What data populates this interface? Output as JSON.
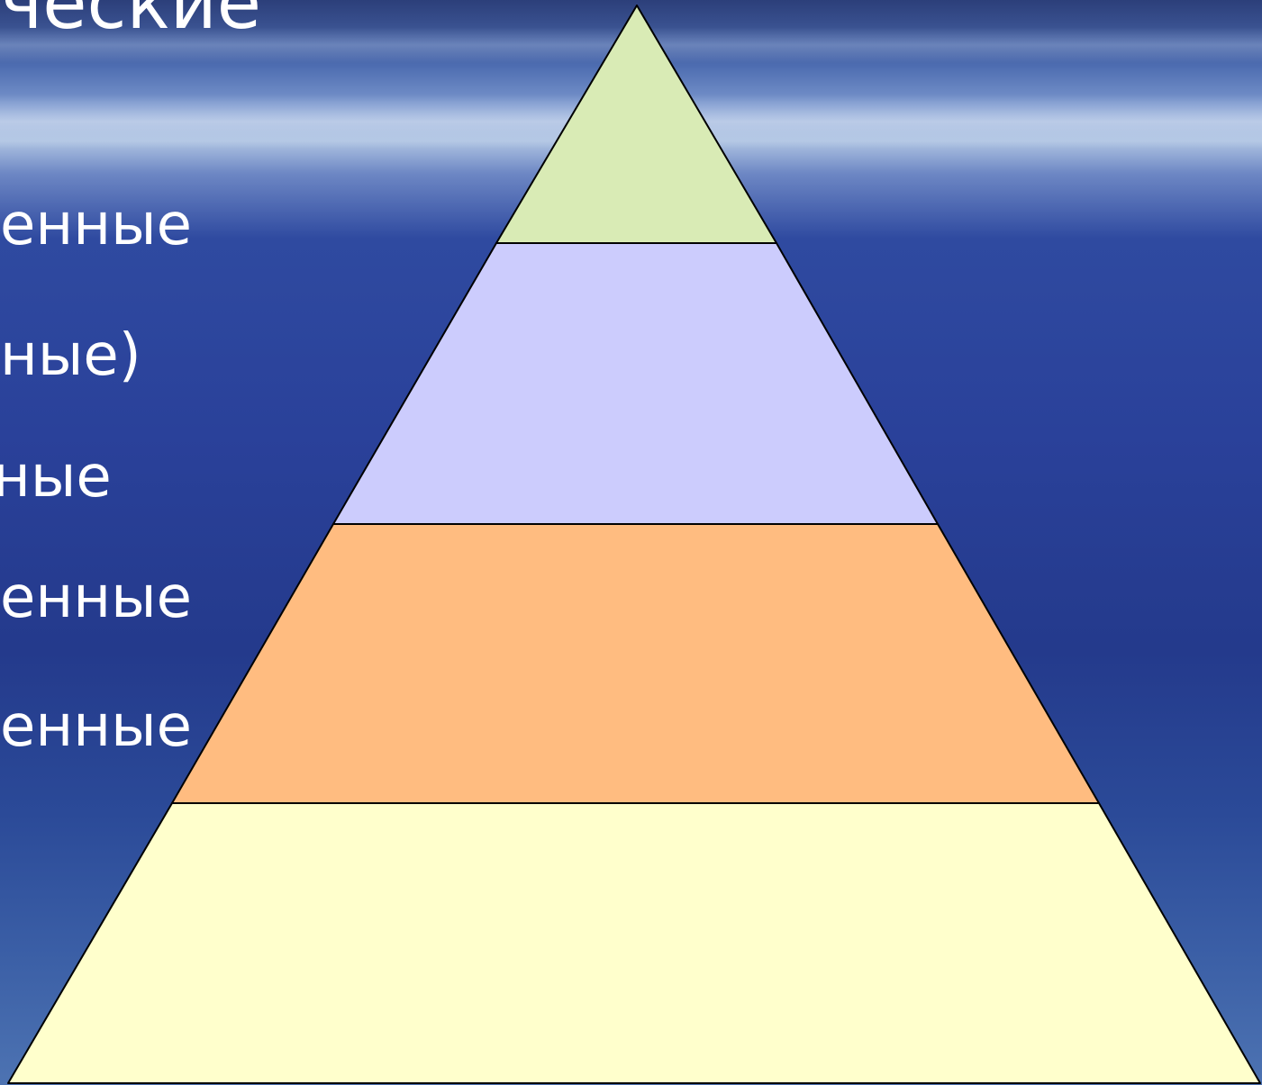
{
  "slide": {
    "title": "ческие",
    "lines": [
      "енные",
      "ные)",
      "ные",
      "енные",
      "енные"
    ]
  },
  "pyramid": {
    "levels": [
      {
        "name": "level-1-top",
        "color": "#d9ebb5"
      },
      {
        "name": "level-2",
        "color": "#ccccfd"
      },
      {
        "name": "level-3",
        "color": "#ffbc80"
      },
      {
        "name": "level-4-bottom",
        "color": "#ffffcc"
      }
    ],
    "outline_color": "#000000"
  }
}
